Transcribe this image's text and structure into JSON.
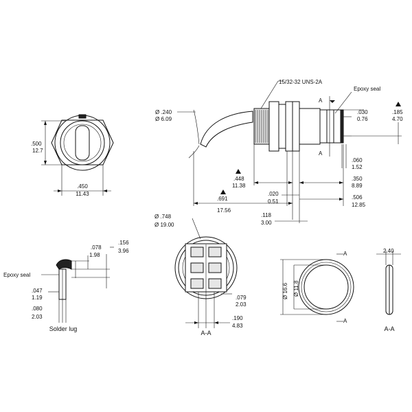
{
  "labels": {
    "thread_spec": "15/32-32 UNS-2A",
    "epoxy_seal_top": "Epoxy seal",
    "epoxy_seal_left": "Epoxy seal",
    "solder_lug": "Solder lug",
    "section_a": "A",
    "section_aa": "A-A"
  },
  "dims": {
    "d240": "Ø .240",
    "d609": "Ø 6.09",
    "d500": ".500",
    "d127": "12.7",
    "d450": ".450",
    "d1143": "11.43",
    "d448": ".448",
    "d1138": "11.38",
    "d691": ".691",
    "d1756": "17.56",
    "d020": ".020",
    "d051": "0.51",
    "d118": ".118",
    "d300": "3.00",
    "d030": ".030",
    "d076": "0.76",
    "d185": ".185",
    "d470": "4.70",
    "d060": ".060",
    "d152": "1.52",
    "d350": ".350",
    "d889": "8.89",
    "d506": ".506",
    "d1285": "12.85",
    "d748": "Ø .748",
    "d1900": "Ø 19.00",
    "d079": ".079",
    "d203": "2.03",
    "d190": ".190",
    "d483": "4.83",
    "d078": ".078",
    "d198": "1.98",
    "d156": ".156",
    "d396": "3.96",
    "d047": ".047",
    "d119": "1.19",
    "d080": ".080",
    "d203b": "2.03",
    "d166": "Ø 16.6",
    "d118b": "Ø 11.8",
    "d240b": "2.40"
  },
  "colors": {
    "line": "#111111",
    "background": "#ffffff"
  }
}
